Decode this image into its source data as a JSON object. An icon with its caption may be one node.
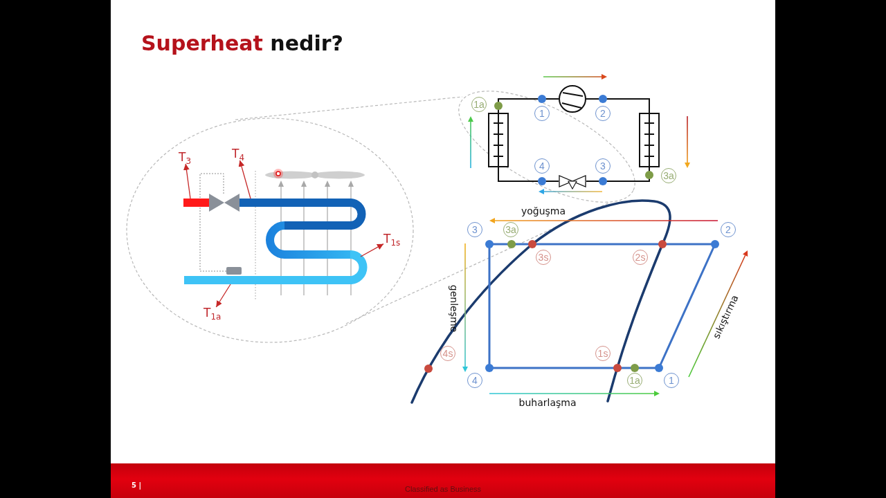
{
  "diagram": {
    "title": "Superheat nedir?",
    "nodes": [
      {
        "text": [
          "T$_{3}$"
        ]
      },
      {
        "text": [
          "T$_{4}$"
        ]
      },
      {
        "text": [
          "T$_{1s}$"
        ]
      },
      {
        "text": [
          "T$_{1a}$"
        ]
      },
      {
        "text": [],
        "shape": "circle"
      },
      {
        "text": [
          "1a"
        ]
      },
      {
        "text": [
          "1"
        ]
      },
      {
        "text": [
          "2"
        ]
      },
      {
        "text": [],
        "shape": "box"
      },
      {
        "text": [],
        "shape": "box"
      },
      {
        "text": [
          "4"
        ]
      },
      {
        "text": [
          "3"
        ]
      },
      {
        "text": [],
        "shape": "valve"
      },
      {
        "text": [
          "3a"
        ]
      },
      {
        "text": [
          "3"
        ]
      },
      {
        "text": [
          "3a"
        ]
      },
      {
        "text": [
          "2"
        ]
      },
      {
        "text": [
          "3s"
        ]
      },
      {
        "text": [
          "2s"
        ]
      },
      {
        "text": [
          "4s"
        ]
      },
      {
        "text": [
          "1s"
        ]
      },
      {
        "text": [
          "4"
        ]
      },
      {
        "text": [
          "1a"
        ]
      },
      {
        "text": [
          "1"
        ]
      }
    ],
    "edges": [
      {
        "from": null,
        "to": 0,
        "arrow": "to",
        "color": "#c62828"
      },
      {
        "from": null,
        "to": 1,
        "arrow": "to",
        "color": "#c62828"
      },
      {
        "from": null,
        "to": 2,
        "arrow": "to",
        "color": "#c62828"
      },
      {
        "from": null,
        "to": 3,
        "arrow": "to",
        "color": "#c62828"
      },
      {
        "from": 4,
        "to": 9,
        "arrow": "none",
        "color": "#111111"
      },
      {
        "from": 9,
        "to": 12,
        "arrow": "none",
        "color": "#111111"
      },
      {
        "from": 12,
        "to": 8,
        "arrow": "none",
        "color": "#111111"
      },
      {
        "from": 8,
        "to": 4,
        "arrow": "none",
        "color": "#111111"
      }
    ],
    "labels": [
      "yoğuşma",
      "genleşme",
      "sıkıştırma",
      "buharlaşma",
      "5 |",
      "Classified as Business"
    ]
  }
}
